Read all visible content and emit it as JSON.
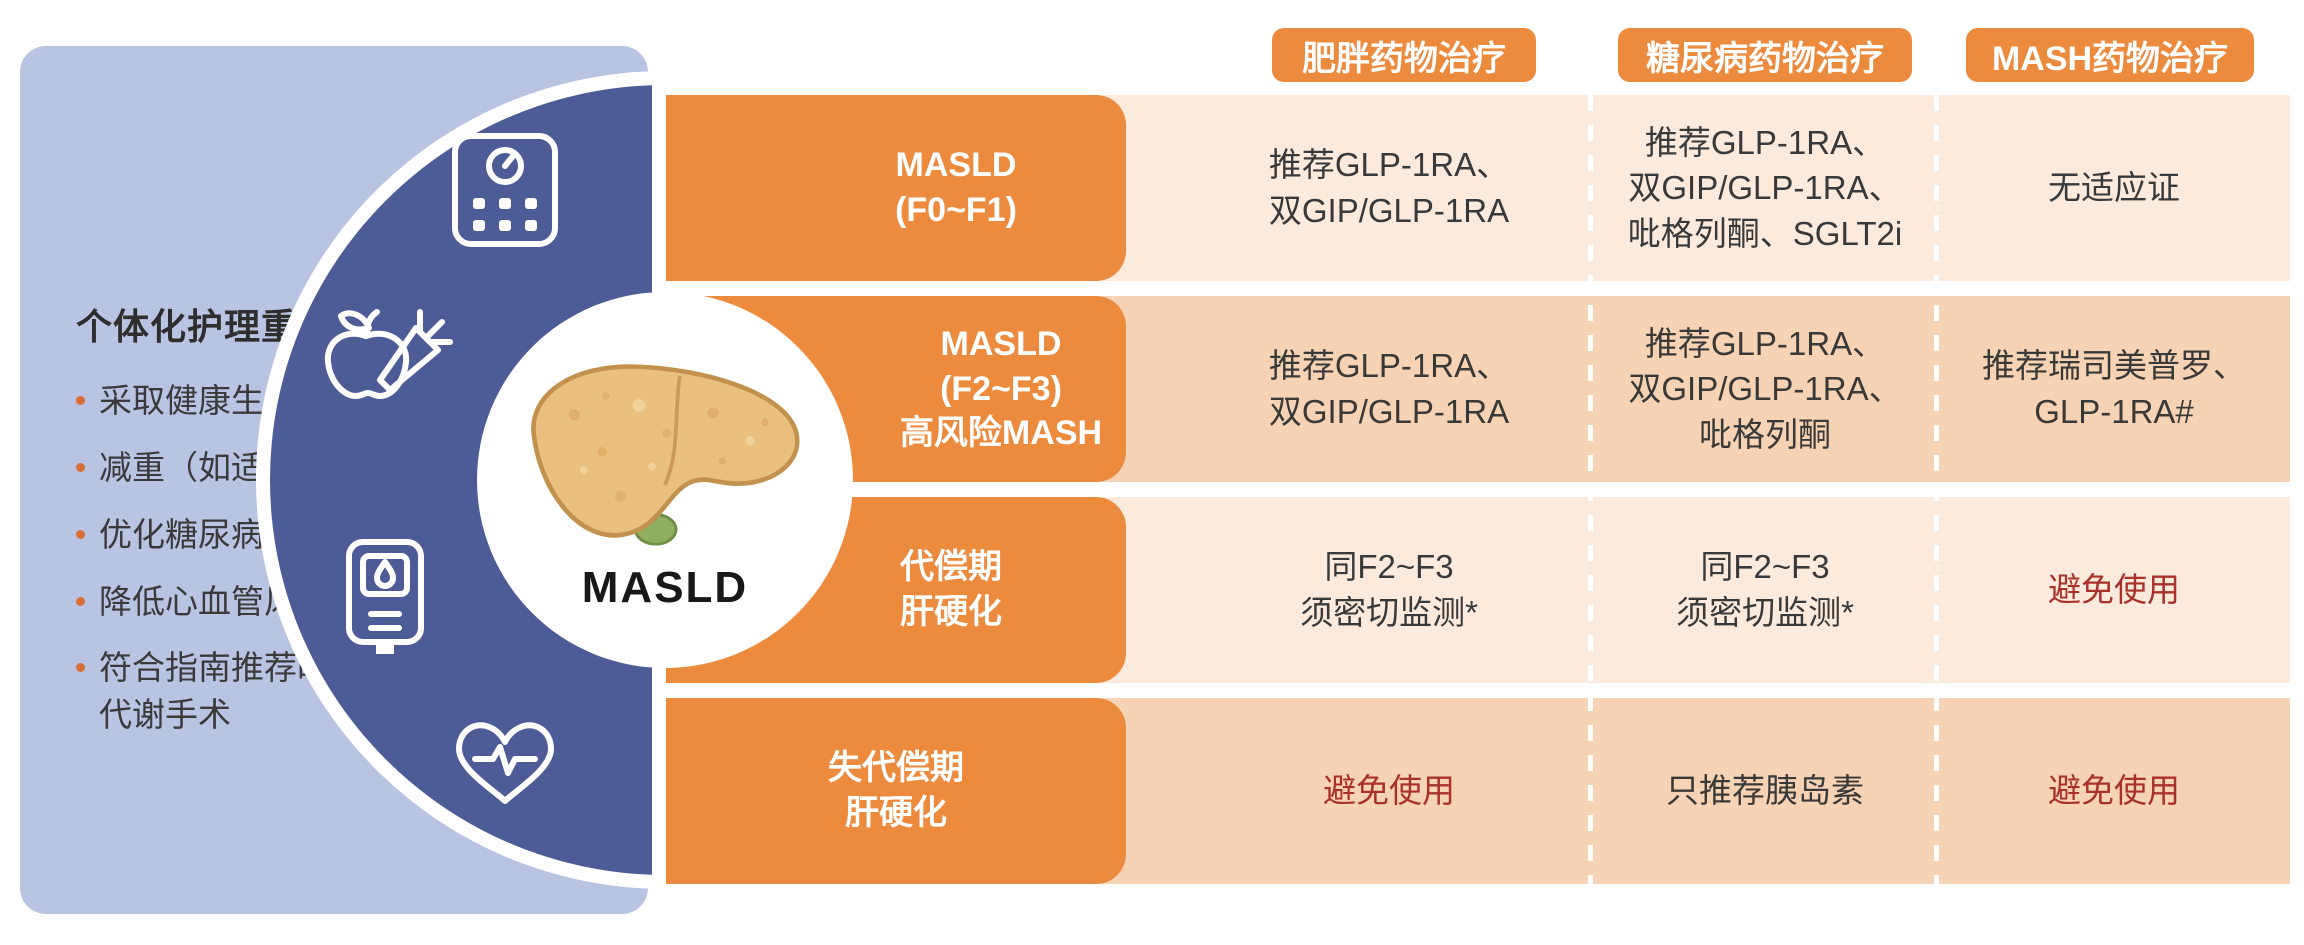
{
  "colors": {
    "panel_blue": "#b9c4e2",
    "wheel_blue": "#4d5b96",
    "accent_orange": "#ec8b3e",
    "row_light": "#fcebdc",
    "row_dark": "#f6d3b4",
    "text_dark": "#393939",
    "avoid_red": "#a8322b",
    "white": "#ffffff"
  },
  "left_panel": {
    "title": "个体化护理重点关注：",
    "bullets": [
      "采取健康生活方式",
      "减重（如适用）",
      "优化糖尿病管理",
      "降低心血管风险",
      "符合指南推荐时考虑代谢手术"
    ]
  },
  "wheel": {
    "center_label": "MASLD",
    "icons": [
      "weight-scale-icon",
      "healthy-diet-icon",
      "glucose-meter-icon",
      "heart-pulse-icon"
    ]
  },
  "columns": [
    {
      "header": "肥胖药物治疗"
    },
    {
      "header": "糖尿病药物治疗"
    },
    {
      "header": "MASH药物治疗"
    }
  ],
  "rows": [
    {
      "stage": "MASLD\n(F0~F1)",
      "cells": [
        "推荐GLP-1RA、\n双GIP/GLP-1RA",
        "推荐GLP-1RA、\n双GIP/GLP-1RA、\n吡格列酮、SGLT2i",
        "无适应证"
      ]
    },
    {
      "stage": "MASLD\n(F2~F3)\n高风险MASH",
      "cells": [
        "推荐GLP-1RA、\n双GIP/GLP-1RA",
        "推荐GLP-1RA、\n双GIP/GLP-1RA、\n吡格列酮",
        "推荐瑞司美普罗、\nGLP-1RA#"
      ]
    },
    {
      "stage": "代偿期\n肝硬化",
      "cells": [
        "同F2~F3\n须密切监测*",
        "同F2~F3\n须密切监测*",
        "避免使用"
      ]
    },
    {
      "stage": "失代偿期\n肝硬化",
      "cells": [
        "避免使用",
        "只推荐胰岛素",
        "避免使用"
      ]
    }
  ]
}
